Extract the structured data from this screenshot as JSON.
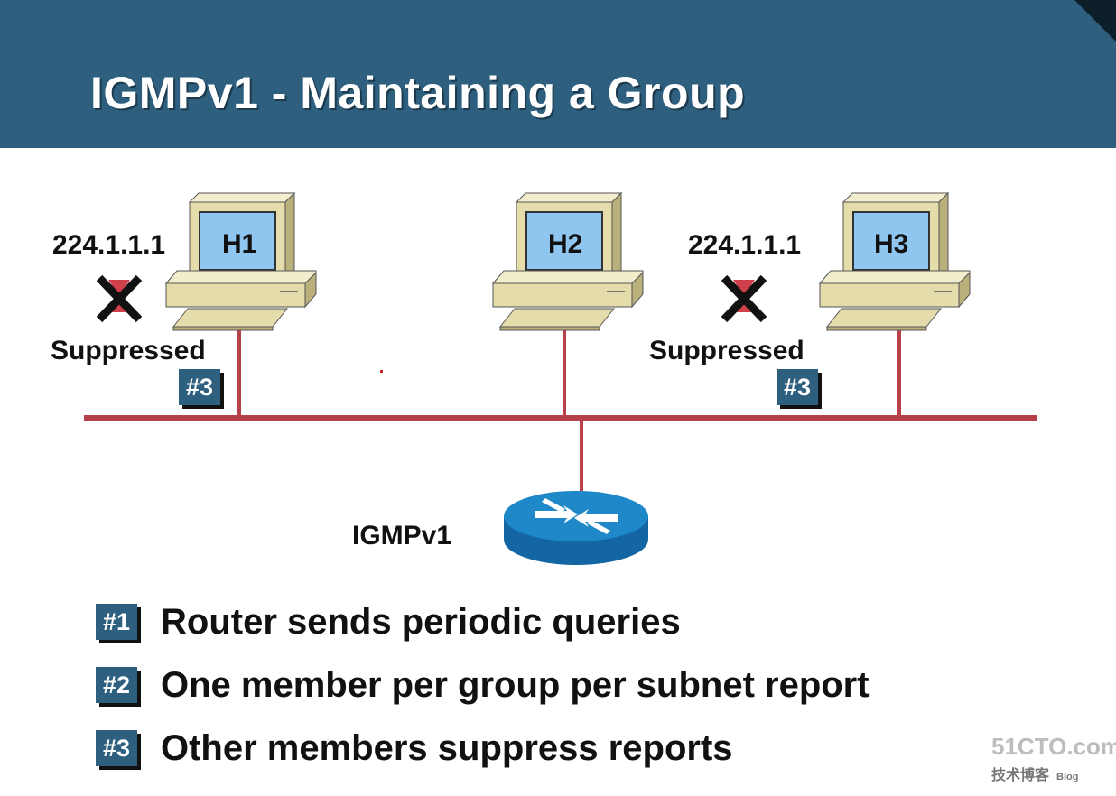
{
  "title": "IGMPv1 - Maintaining a Group",
  "hosts": [
    {
      "name": "H1",
      "group": "224.1.1.1",
      "status": "Suppressed",
      "step": "#3"
    },
    {
      "name": "H2"
    },
    {
      "name": "H3",
      "group": "224.1.1.1",
      "status": "Suppressed",
      "step": "#3"
    }
  ],
  "router": {
    "label": "IGMPv1"
  },
  "steps": [
    {
      "badge": "#1",
      "text": "Router sends periodic queries"
    },
    {
      "badge": "#2",
      "text": "One member per group per subnet report"
    },
    {
      "badge": "#3",
      "text": "Other members suppress reports"
    }
  ],
  "watermark": {
    "line1": "51CTO.com",
    "line2": "技术博客",
    "line3": "Blog"
  },
  "colors": {
    "header": "#2e5f7e",
    "link": "#b8404a",
    "computer": "#e4dcaa",
    "screen": "#8ec6ef",
    "router": "#1e88c8"
  }
}
